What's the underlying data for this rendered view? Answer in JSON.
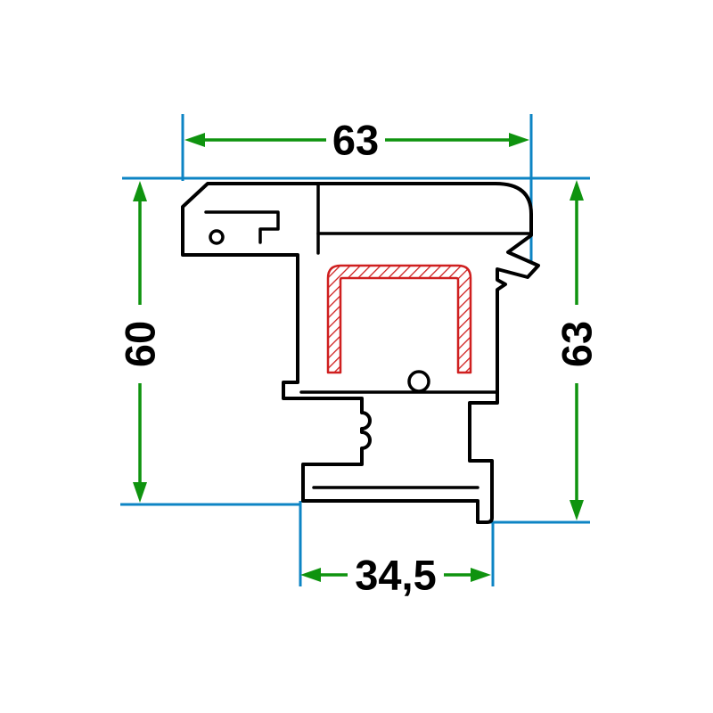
{
  "drawing": {
    "dimensions": {
      "top_width": "63",
      "left_height": "60",
      "right_height": "63",
      "bottom_width": "34,5"
    },
    "colors": {
      "outline": "#000000",
      "dim": "#0f930f",
      "ref": "#0d84c4",
      "steel": "#cf1f1f",
      "text": "#000000",
      "background": "#ffffff"
    }
  }
}
